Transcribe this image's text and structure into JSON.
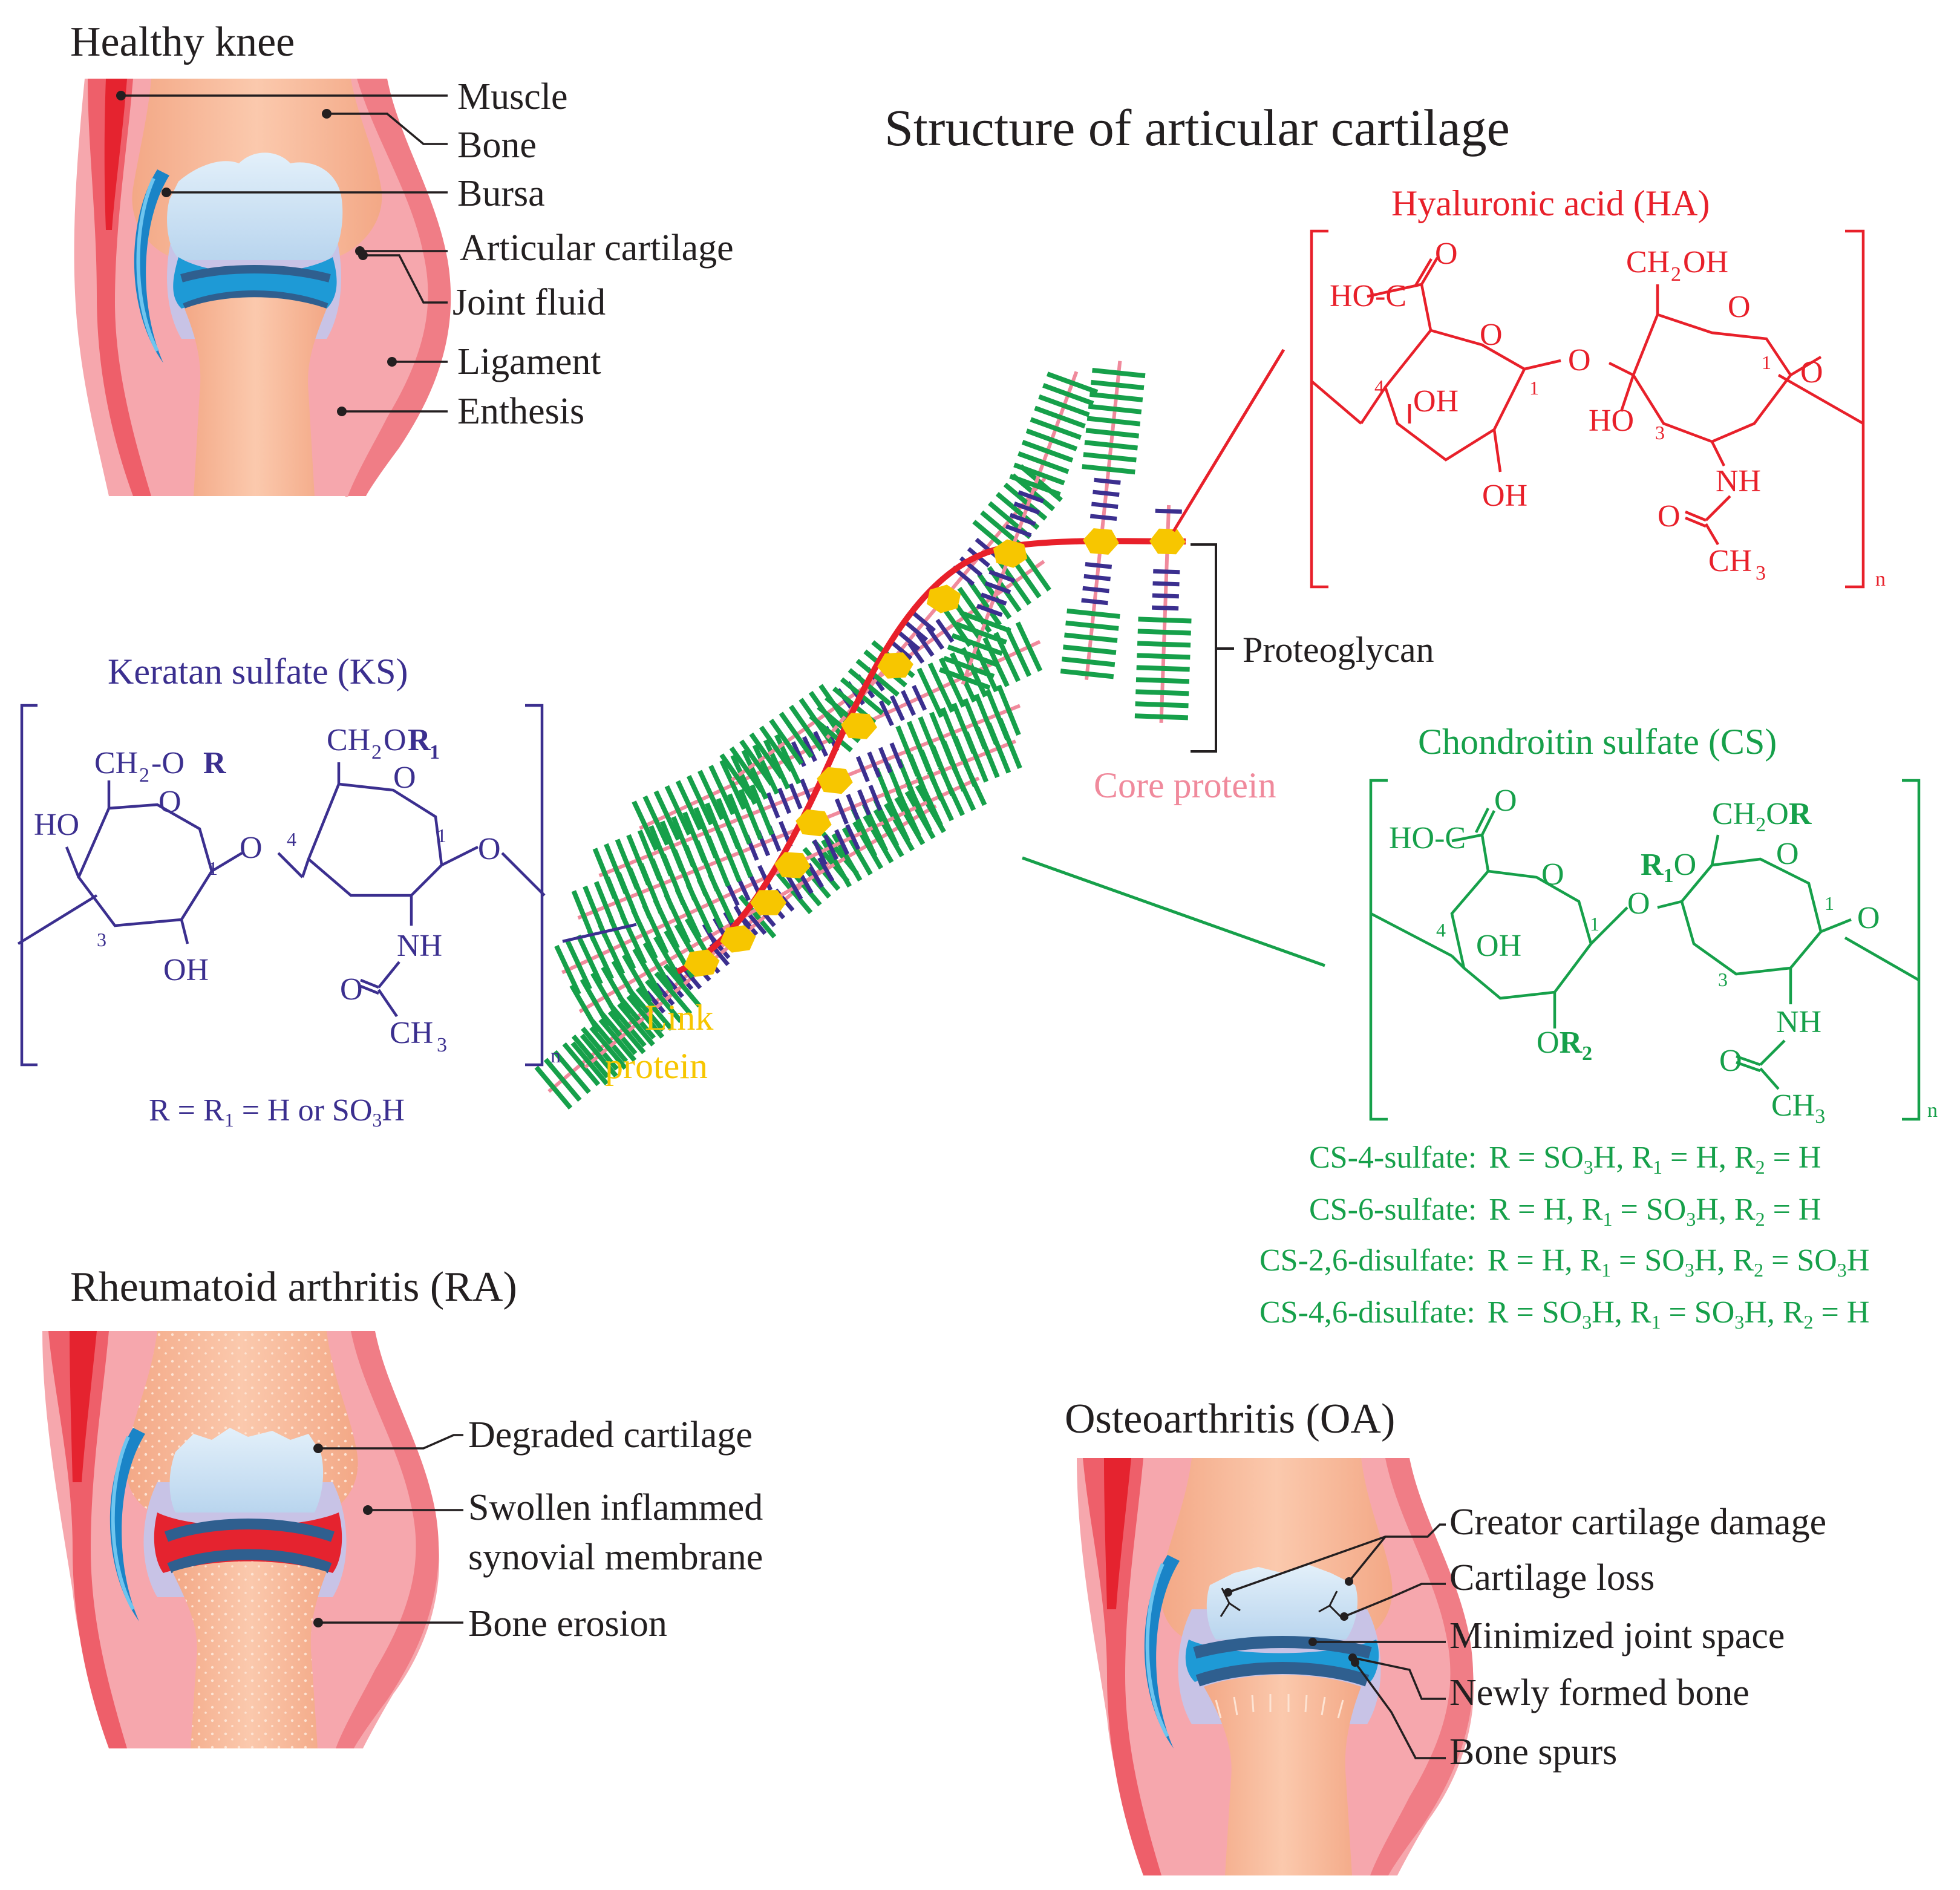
{
  "title": "Structure of articular cartilage",
  "healthy": {
    "title": "Healthy knee",
    "labels": [
      "Muscle",
      "Bone",
      "Bursa",
      "Articular cartilage",
      "Joint fluid",
      "Ligament",
      "Enthesis"
    ]
  },
  "ra": {
    "title": "Rheumatoid arthritis (RA)",
    "labels": [
      "Degraded cartilage",
      "Swollen inflammed",
      "synovial membrane",
      "Bone erosion"
    ]
  },
  "oa": {
    "title": "Osteoarthritis (OA)",
    "labels": [
      "Creator cartilage damage",
      "Cartilage loss",
      "Minimized joint space",
      "Newly formed bone",
      "Bone spurs"
    ]
  },
  "aggregate": {
    "proteoglycan": "Proteoglycan",
    "core_protein": "Core protein",
    "link_protein_1": "Link",
    "link_protein_2": "protein"
  },
  "ha": {
    "title": "Hyaluronic acid (HA)",
    "labels": {
      "cooh": "HO-C",
      "o_carbonyl": "O",
      "ring_o1": "O",
      "glyco_o": "O",
      "ch2oh": "CH",
      "ch2oh_sub": "2",
      "ch2oh_end": "OH",
      "ring_o2": "O",
      "end_o": "O",
      "oh4": "OH",
      "oh2": "OH",
      "ho3": "HO",
      "nh": "NH",
      "amide_o": "O",
      "ch3": "CH",
      "ch3_sub": "3",
      "n": "n",
      "pos4": "4",
      "pos1a": "1",
      "pos1b": "1",
      "pos3": "3"
    }
  },
  "ks": {
    "title": "Keratan sulfate (KS)",
    "labels": {
      "ch2or": "CH",
      "ch2or_sub": "2",
      "ch2or_mid": "-O",
      "ch2or_r": "R",
      "ring_o1": "O",
      "ho": "HO",
      "pos1a": "1",
      "pos3": "3",
      "oh": "OH",
      "glyco_o": "O",
      "pos4": "4",
      "ch2or1": "CH",
      "ch2or1_sub": "2",
      "ch2or1_o": "O",
      "ch2or1_r": "R",
      "ch2or1_rsub": "1",
      "ring_o2": "O",
      "pos1b": "1",
      "end_o": "O",
      "nh": "NH",
      "amide_o": "O",
      "ch3": "CH",
      "ch3_sub": "3",
      "n": "n"
    },
    "footnote_parts": [
      "R = R",
      "1",
      " = H or SO",
      "3",
      "H"
    ]
  },
  "cs": {
    "title": "Chondroitin sulfate (CS)",
    "labels": {
      "cooh": "HO-C",
      "o_carbonyl": "O",
      "ring_o1": "O",
      "pos4": "4",
      "oh": "OH",
      "pos1a": "1",
      "or2": "O",
      "or2_r": "R",
      "or2_sub": "2",
      "glyco_o": "O",
      "r1o_r": "R",
      "r1o_sub": "1",
      "r1o_o": "O",
      "ch2or": "CH",
      "ch2or_sub": "2",
      "ch2or_o": "O",
      "ch2or_r": "R",
      "ring_o2": "O",
      "pos1b": "1",
      "pos3": "3",
      "end_o": "O",
      "nh": "NH",
      "amide_o": "O",
      "ch3": "CH",
      "ch3_sub": "3",
      "n": "n"
    },
    "variants": [
      {
        "name": "CS-4-sulfate:",
        "parts": [
          "R = SO",
          "3",
          "H, R",
          "1",
          " = H, R",
          "2",
          " = H"
        ]
      },
      {
        "name": "CS-6-sulfate:",
        "parts": [
          "R = H, R",
          "1",
          " = SO",
          "3",
          "H, R",
          "2",
          " = H"
        ]
      },
      {
        "name": "CS-2,6-disulfate:",
        "parts": [
          "R = H, R",
          "1",
          " = SO",
          "3",
          "H, R",
          "2",
          " = SO",
          "3",
          "H"
        ]
      },
      {
        "name": "CS-4,6-disulfate:",
        "parts": [
          "R = SO",
          "3",
          "H, R",
          "1",
          " = SO",
          "3",
          "H, R",
          "2",
          " = H"
        ]
      }
    ]
  },
  "colors": {
    "ha": "#e8202a",
    "ks": "#3b2f8f",
    "cs": "#16a04a",
    "link": "#f7c600",
    "core": "#f08a9c",
    "text": "#231f20",
    "cartilage": "#cfe3f4",
    "bone": "#f6b89a",
    "fluid": "#1e9ad6",
    "muscle": "#f2707a"
  },
  "icons": [
    "healthy-knee-illustration",
    "ra-knee-illustration",
    "oa-knee-illustration",
    "proteoglycan-aggregate-illustration"
  ]
}
